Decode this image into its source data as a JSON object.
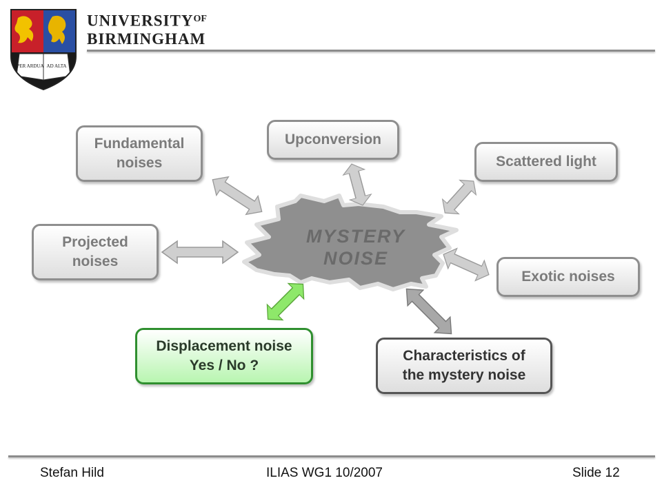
{
  "header": {
    "university_line1": "UNIVERSITY",
    "university_of": "OF",
    "university_line2": "BIRMINGHAM",
    "crest_motto_left": "PER ARDUA",
    "crest_motto_right": "AD ALTA"
  },
  "diagram": {
    "center_label_line1": "MYSTERY",
    "center_label_line2": "NOISE",
    "boxes": {
      "fundamental": "Fundamental\nnoises",
      "upconversion": "Upconversion",
      "scattered": "Scattered light",
      "projected": "Projected\nnoises",
      "exotic": "Exotic noises",
      "displacement": "Displacement noise\nYes / No ?",
      "characteristics": "Characteristics of\nthe mystery noise"
    },
    "colors": {
      "box_border": "#8e8e8e",
      "arrow_fill": "#cfcfcf",
      "arrow_green": "#8ee86a",
      "splat_fill": "#8f8f8f",
      "highlight_border": "#2f8f2f"
    }
  },
  "footer": {
    "author": "Stefan Hild",
    "event": "ILIAS WG1 10/2007",
    "slide": "Slide 12"
  }
}
